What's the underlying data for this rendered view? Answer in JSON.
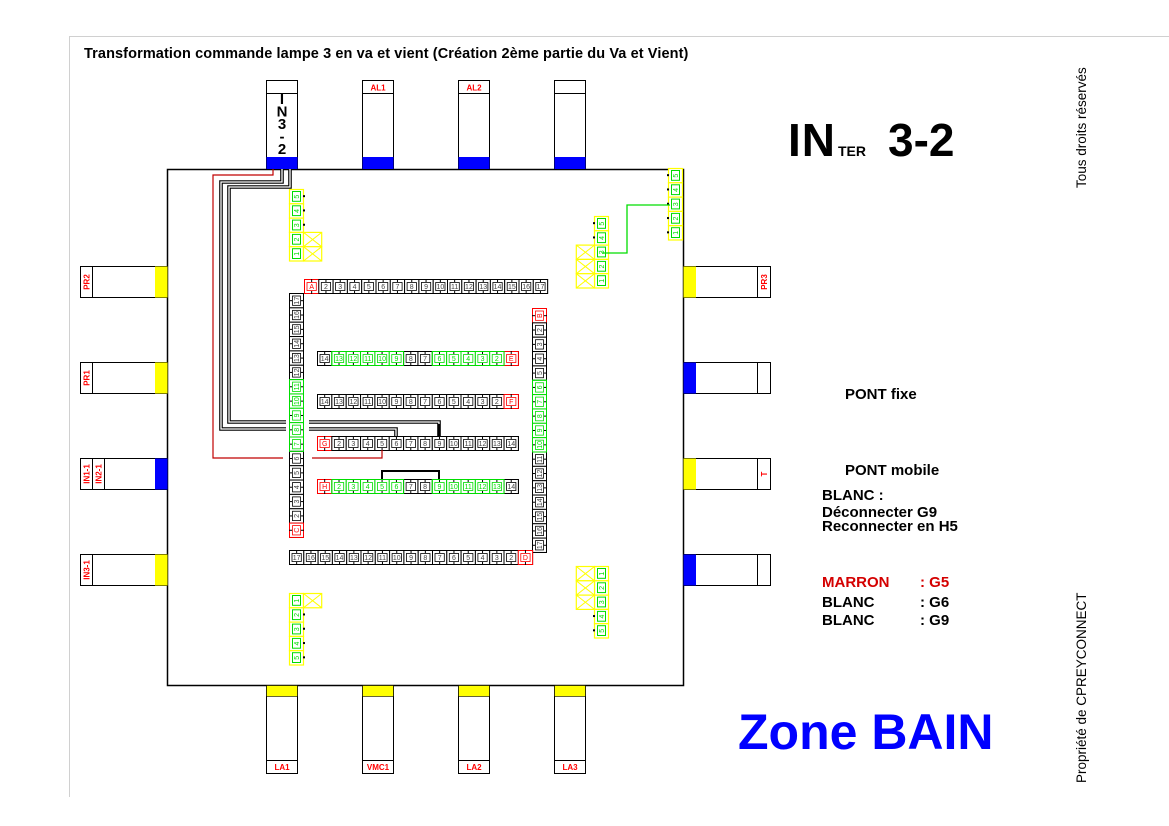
{
  "title": "Transformation commande lampe 3 en va et vient (Création 2ème partie du Va et Vient)",
  "rights": "Tous droits réservés",
  "owner": "Propriété de CPREYCONNECT",
  "device": {
    "prefix": "IN",
    "suffix": "TER",
    "number": "3-2"
  },
  "zone": "Zone BAIN",
  "notes": {
    "pont_fixe": "PONT fixe",
    "pont_mobile": "PONT mobile",
    "blanc_header": "BLANC :",
    "deconnect": "Déconnecter G9",
    "reconnect": "Reconnecter en H5"
  },
  "wires": [
    {
      "color": "MARRON",
      "sep": ":",
      "target": "G5",
      "hex": "#d40000"
    },
    {
      "color": "BLANC",
      "sep": ":",
      "target": "G6",
      "hex": "#000000"
    },
    {
      "color": "BLANC",
      "sep": ":",
      "target": "G9",
      "hex": "#000000"
    }
  ],
  "colors": {
    "blue": "#0000ff",
    "yellow": "#ffff00",
    "green": "#00dd00",
    "red": "#ff0000",
    "brown": "#c00000"
  },
  "ports": {
    "top": [
      {
        "label": "IN3-2",
        "color": "blue"
      },
      {
        "label": "AL1",
        "color": "blue"
      },
      {
        "label": "AL2",
        "color": "blue"
      },
      {
        "label": "",
        "color": "blue"
      }
    ],
    "bottom": [
      {
        "label": "LA1",
        "color": "yellow"
      },
      {
        "label": "VMC1",
        "color": "yellow"
      },
      {
        "label": "LA2",
        "color": "yellow"
      },
      {
        "label": "LA3",
        "color": "yellow"
      }
    ],
    "left": [
      {
        "label": "PR2",
        "label2": "",
        "color": "yellow"
      },
      {
        "label": "PR1",
        "label2": "",
        "color": "yellow"
      },
      {
        "label": "IN1-1",
        "label2": "IN2-1",
        "color": "blue"
      },
      {
        "label": "IN3-1",
        "label2": "",
        "color": "yellow"
      }
    ],
    "right": [
      {
        "label": "PR3",
        "color": "yellow"
      },
      {
        "label": "",
        "color": "blue"
      },
      {
        "label": "T",
        "color": "yellow"
      },
      {
        "label": "",
        "color": "blue"
      }
    ]
  },
  "terminal_blocks": {
    "top_row": {
      "labels": [
        "A",
        "2",
        "3",
        "4",
        "5",
        "6",
        "7",
        "8",
        "9",
        "10",
        "11",
        "12",
        "13",
        "14",
        "15",
        "16",
        "17"
      ],
      "green": []
    },
    "left_col": {
      "labels": [
        "17",
        "16",
        "15",
        "14",
        "13",
        "12",
        "11",
        "10",
        "9",
        "8",
        "7",
        "6",
        "5",
        "4",
        "3",
        "2",
        "C"
      ],
      "green": [
        "11",
        "10",
        "9",
        "8",
        "7"
      ]
    },
    "right_col": {
      "labels": [
        "B",
        "2",
        "3",
        "4",
        "5",
        "6",
        "7",
        "8",
        "9",
        "10",
        "11",
        "12",
        "13",
        "14",
        "15",
        "16",
        "17"
      ],
      "green": [
        "6",
        "7",
        "8",
        "9",
        "10"
      ]
    },
    "bottom_row": {
      "labels": [
        "17",
        "16",
        "15",
        "14",
        "13",
        "12",
        "11",
        "10",
        "9",
        "8",
        "7",
        "6",
        "5",
        "4",
        "3",
        "2",
        "D"
      ],
      "green": []
    },
    "row_E": {
      "labels": [
        "14",
        "13",
        "12",
        "11",
        "10",
        "9",
        "8",
        "7",
        "6",
        "5",
        "4",
        "3",
        "2",
        "E"
      ],
      "green": [
        "13",
        "12",
        "11",
        "10",
        "9",
        "6",
        "5",
        "4",
        "3",
        "2"
      ]
    },
    "row_F": {
      "labels": [
        "14",
        "13",
        "12",
        "11",
        "10",
        "9",
        "8",
        "7",
        "6",
        "5",
        "4",
        "3",
        "2",
        "F"
      ],
      "green": []
    },
    "row_G": {
      "labels": [
        "G",
        "2",
        "3",
        "4",
        "5",
        "6",
        "7",
        "8",
        "9",
        "10",
        "11",
        "12",
        "13",
        "14"
      ],
      "green": []
    },
    "row_H": {
      "labels": [
        "H",
        "2",
        "3",
        "4",
        "5",
        "6",
        "7",
        "8",
        "9",
        "10",
        "11",
        "12",
        "13",
        "14"
      ],
      "green": [
        "2",
        "3",
        "4",
        "5",
        "6",
        "9",
        "10",
        "11",
        "12",
        "13"
      ]
    }
  },
  "small_blocks": [
    {
      "name": "top-left",
      "labels": [
        "5",
        "4",
        "3",
        "2",
        "1"
      ]
    },
    {
      "name": "top-right-inner",
      "labels": [
        "5",
        "4",
        "3",
        "2",
        "1"
      ]
    },
    {
      "name": "top-right-outer",
      "labels": [
        "5",
        "4",
        "3",
        "2",
        "1"
      ]
    },
    {
      "name": "bottom-left",
      "labels": [
        "1",
        "2",
        "3",
        "4",
        "5"
      ]
    },
    {
      "name": "bottom-right",
      "labels": [
        "1",
        "2",
        "3",
        "4",
        "5"
      ]
    }
  ]
}
